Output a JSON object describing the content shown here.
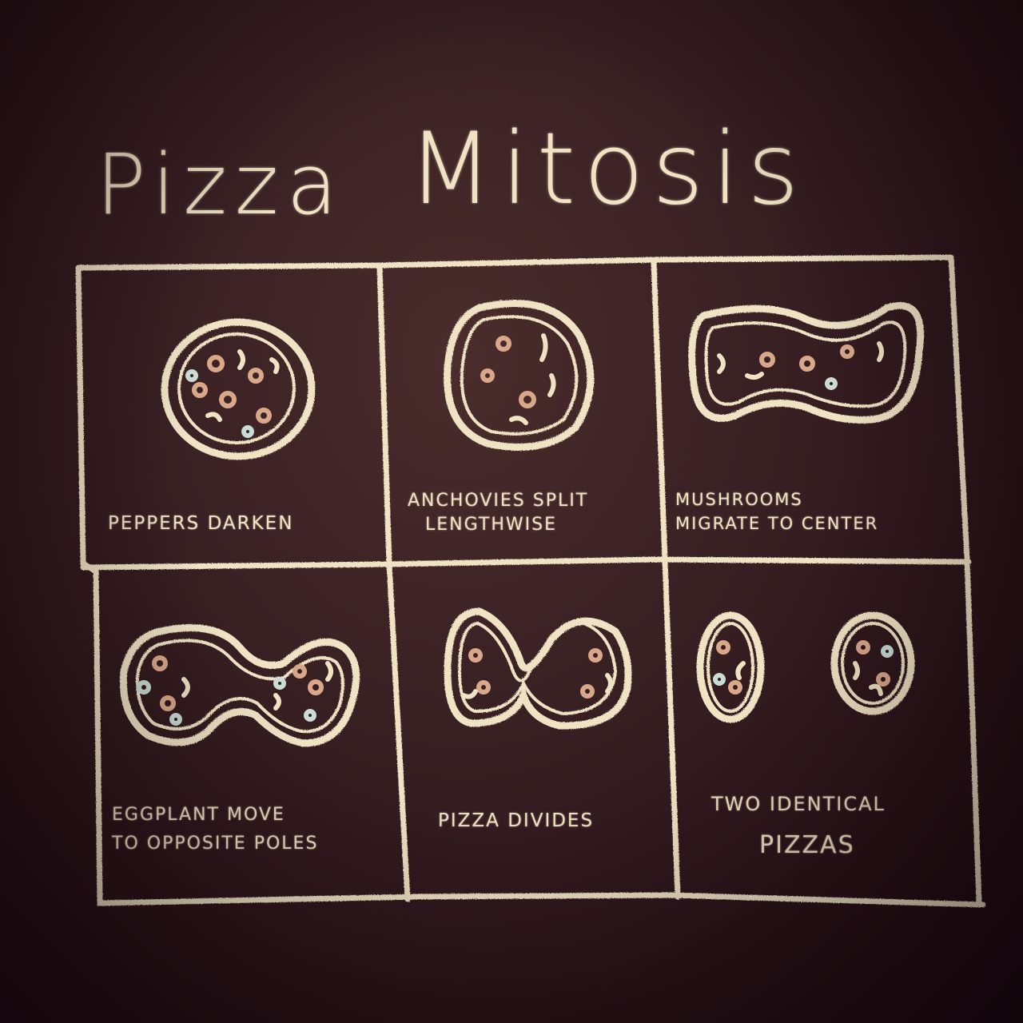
{
  "title": {
    "word1": "Pizza",
    "word2": "Mitosis"
  },
  "colors": {
    "board": "#3a2124",
    "chalk": "#efe3c4",
    "topping_red": "#b8574a",
    "topping_blue": "#c9dcd6"
  },
  "panels": [
    {
      "id": 1,
      "caption_line1": "Peppers darken",
      "caption_line2": "",
      "drawing": "single-round-pizza"
    },
    {
      "id": 2,
      "caption_line1": "Anchovies split",
      "caption_line2": "lengthwise",
      "drawing": "oval-pizza"
    },
    {
      "id": 3,
      "caption_line1": "Mushrooms",
      "caption_line2": "migrate to center",
      "drawing": "peanut-pizza"
    },
    {
      "id": 4,
      "caption_line1": "Eggplant move",
      "caption_line2": "to opposite poles",
      "drawing": "dumbbell-pizza"
    },
    {
      "id": 5,
      "caption_line1": "Pizza divides",
      "caption_line2": "",
      "drawing": "pinching-pizza"
    },
    {
      "id": 6,
      "caption_line1": "Two identical",
      "caption_line2": "pizzas",
      "drawing": "two-pizzas"
    }
  ]
}
